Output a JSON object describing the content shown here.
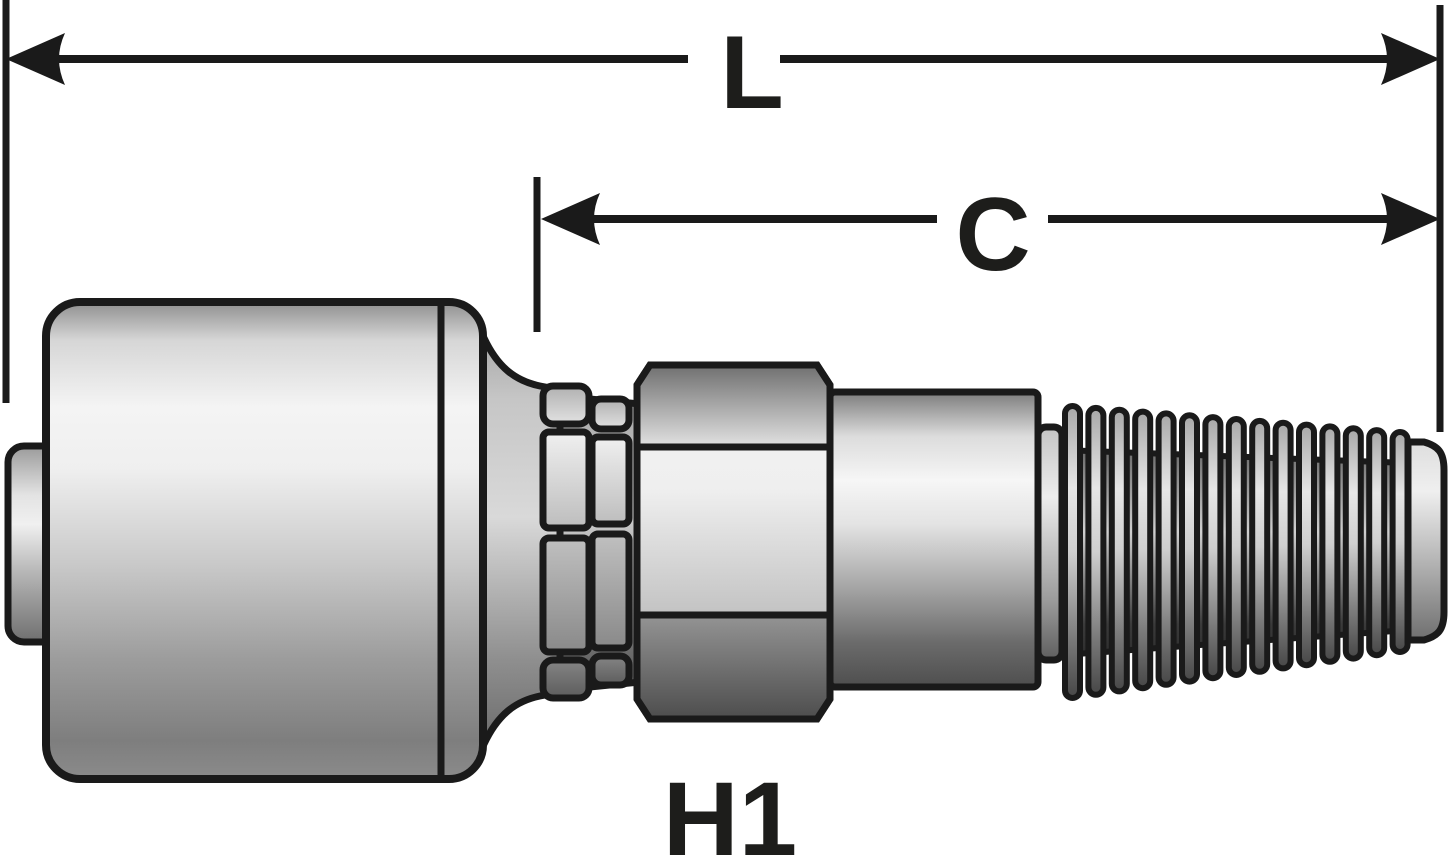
{
  "diagram": {
    "title": "Hydraulic hose coupling - male pipe thread fitting, side profile",
    "labels": {
      "overall_length": "L",
      "cutoff_length": "C",
      "hex_size": "H1"
    },
    "parts": [
      "hose-stub",
      "crimp-ferrule",
      "ferrule-end-band",
      "bell-skirt",
      "crimp-collar-rings",
      "hex-nut",
      "body-cylinder",
      "thread-shoulder",
      "tapered-pipe-thread",
      "thread-end-cap"
    ]
  },
  "colors": {
    "background": "#ffffff",
    "outline": "#1a1a1a",
    "text": "#1d1d1b",
    "metal_highlight": "#f6f6f6",
    "metal_midtone": "#9a9a9a",
    "metal_shadow": "#4d4d4d"
  }
}
